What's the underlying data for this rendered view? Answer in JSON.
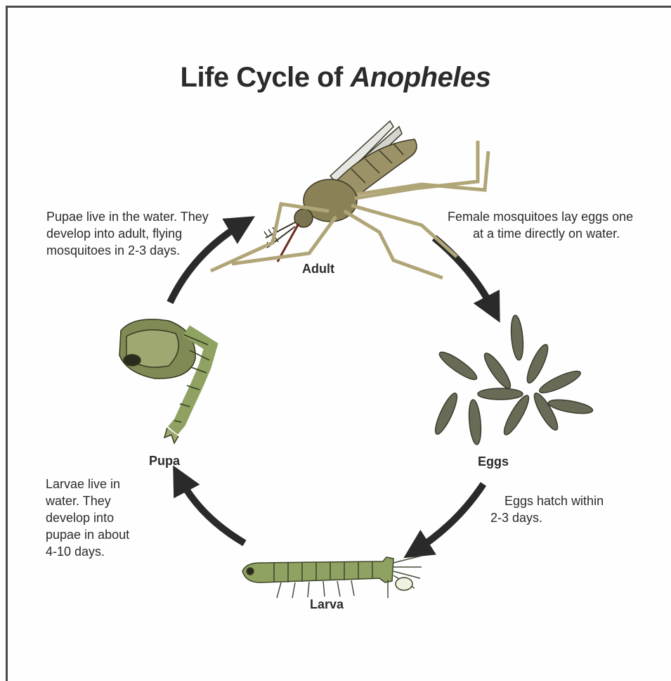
{
  "title": {
    "main": "Life Cycle of ",
    "species": "Anopheles"
  },
  "stages": {
    "adult": "Adult",
    "eggs": "Eggs",
    "larva": "Larva",
    "pupa": "Pupa"
  },
  "captions": {
    "adult_to_eggs": [
      "Female mosquitoes lay eggs one",
      "at a time directly on water."
    ],
    "eggs_to_larva": [
      "Eggs hatch within",
      "2-3 days."
    ],
    "larva_to_pupa": [
      "Larvae live in",
      "water. They",
      "develop into",
      "pupae in about",
      "4-10 days."
    ],
    "pupa_to_adult": [
      "Pupae live in the water. They",
      "develop into adult, flying",
      "mosquitoes in 2-3 days."
    ]
  },
  "colors": {
    "arrow": "#2a2a2a",
    "body": "#8a8256",
    "larva": "#8fa262",
    "egg": "#6a6b56"
  }
}
